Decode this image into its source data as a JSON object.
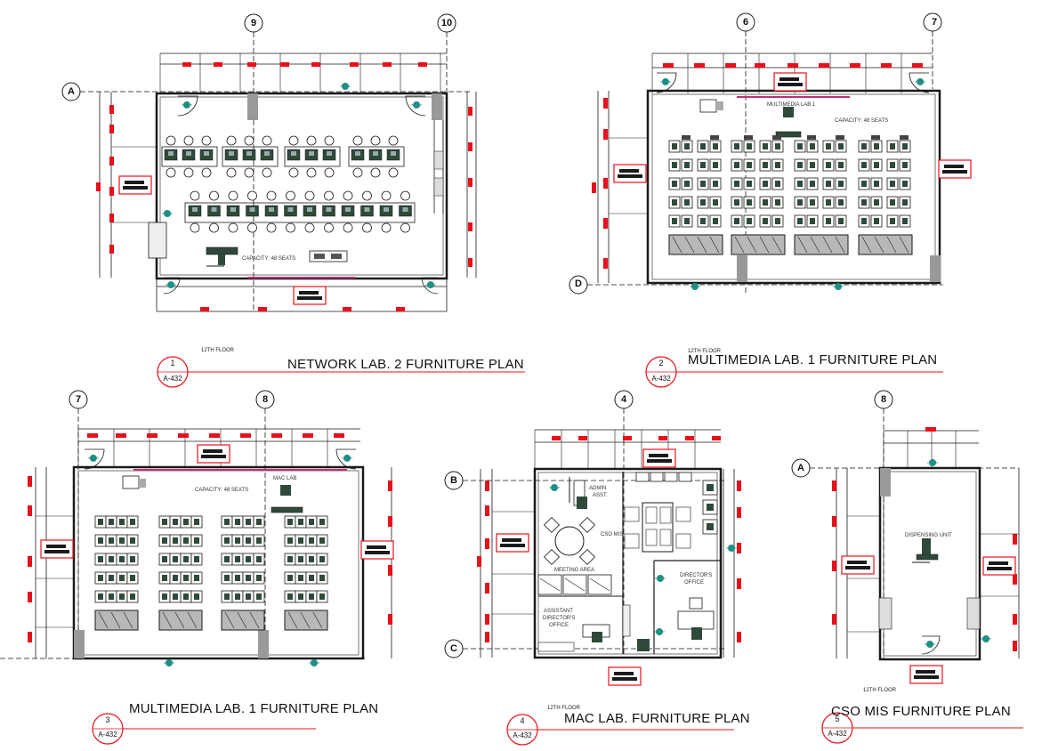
{
  "sheet_ref": "A-432",
  "floor_note": "12TH FLOOR",
  "plans": [
    {
      "num": "1",
      "title": "NETWORK  LAB. 2 FURNITURE PLAN",
      "grids": [
        "9",
        "10",
        "A"
      ]
    },
    {
      "num": "2",
      "title": "MULTIMEDIA LAB. 1 FURNITURE PLAN",
      "grids": [
        "6",
        "7",
        "D"
      ]
    },
    {
      "num": "3",
      "title": "MULTIMEDIA LAB. 1 FURNITURE PLAN",
      "grids": [
        "7",
        "8"
      ]
    },
    {
      "num": "4",
      "title": "MAC LAB. FURNITURE PLAN",
      "grids": [
        "4",
        "B",
        "C"
      ]
    },
    {
      "num": "5",
      "title": "CSO MIS FURNITURE PLAN",
      "grids": [
        "8",
        "A"
      ]
    }
  ],
  "room_labels": {
    "capacity_1": "CAPACITY: 48 SEATS",
    "capacity_2": "CAPACITY: 48 SEATS",
    "capacity_3": "CAPACITY: 48 SEATS",
    "multimedia_lab": "MULTIMEDIA LAB 1",
    "mac_lab": "MAC LAB",
    "admin": "ADMIN",
    "admin2": "ASST.",
    "cso_mis": "CSO MIS",
    "meeting_area": "MEETING AREA",
    "directors_office_1": "DIRECTOR'S",
    "directors_office_2": "OFFICE",
    "asst_1": "ASSISTANT",
    "asst_2": "DIRECTOR'S",
    "asst_3": "OFFICE",
    "dispensing_unit": "DISPENSING UNIT"
  },
  "colors": {
    "line": "#1a1a1a",
    "red": "#e8101a",
    "teal": "#1f8f84",
    "furniture": "#2f4a3a",
    "pink": "#c03070"
  }
}
